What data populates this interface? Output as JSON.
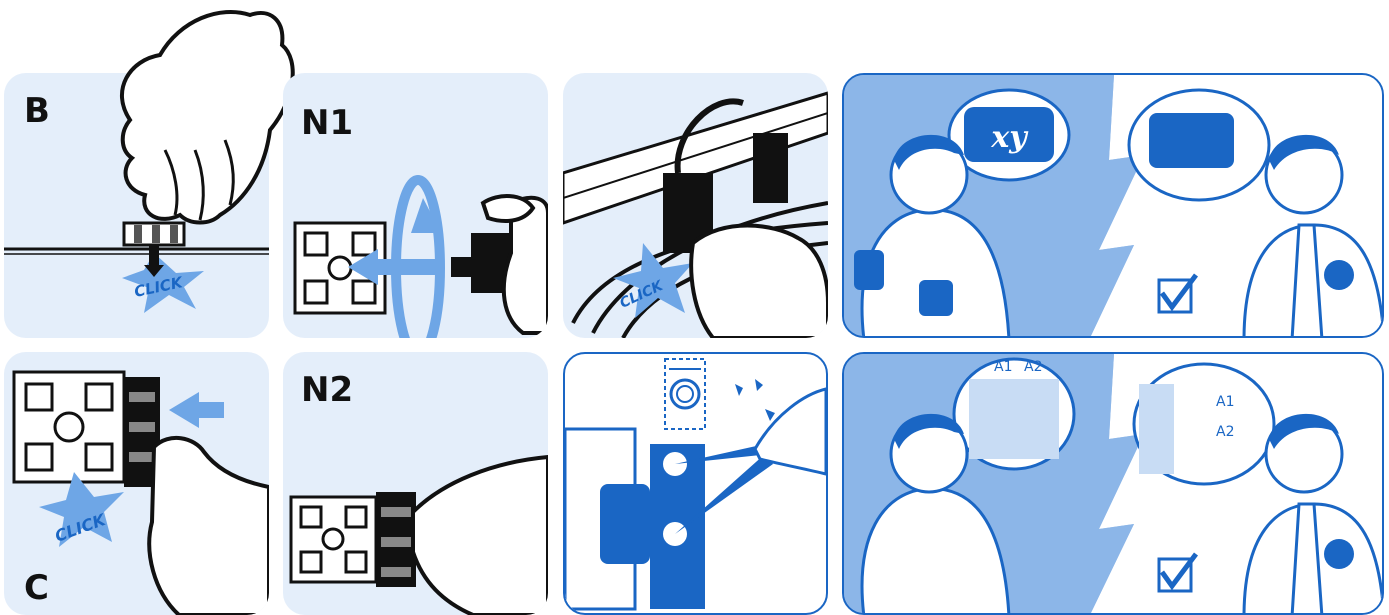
{
  "panels": {
    "b": {
      "letter": "B",
      "click": "CLICK"
    },
    "n1": {
      "letter": "N1"
    },
    "cable": {
      "click": "CLICK"
    },
    "phone_top": {
      "bubble_left": "xy",
      "check": "✓"
    },
    "c": {
      "letter": "C",
      "click": "CLICK"
    },
    "n2": {
      "letter": "N2"
    },
    "tool": {},
    "phone_bottom": {
      "dim_a1": "A1",
      "dim_a2": "A2",
      "right_a1": "A1",
      "right_a2": "A2",
      "check": "✓"
    }
  },
  "colors": {
    "panel_bg": "#e4eefa",
    "accent_blue": "#1a66c4",
    "light_blue": "#6ea6e6",
    "ink": "#111111"
  }
}
